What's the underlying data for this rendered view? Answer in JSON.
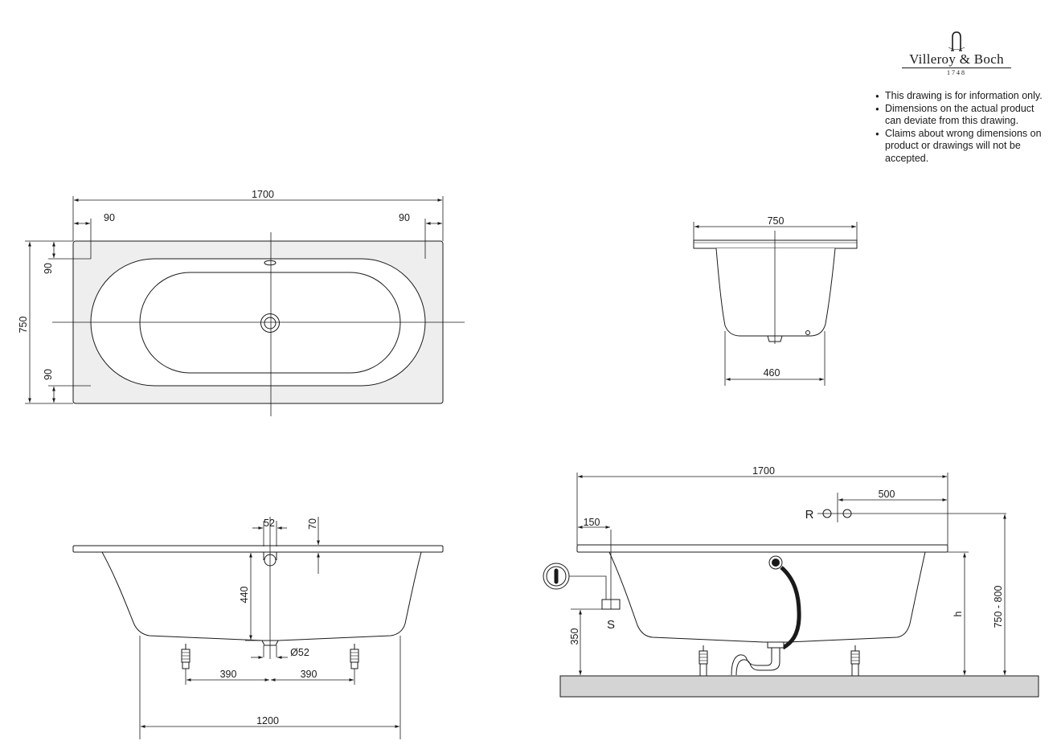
{
  "branding": {
    "brand_name": "Villeroy & Boch",
    "year": "1748",
    "icon": "faucet-logo-icon"
  },
  "notes": [
    "This drawing is for information only.",
    "Dimensions on the actual product can deviate from this drawing.",
    "Claims about wrong dimensions on product or drawings will not be accepted."
  ],
  "top_view": {
    "length": "1700",
    "width": "750",
    "rim_left": "90",
    "rim_right": "90",
    "rim_top": "90",
    "rim_bottom": "90"
  },
  "end_section": {
    "width": "750",
    "bottom_width": "460"
  },
  "front_section": {
    "drain_offset": "52",
    "rim_height": "70",
    "depth": "440",
    "drain_diameter": "Ø52",
    "foot_left": "390",
    "foot_right": "390",
    "base_length": "1200"
  },
  "installation_section": {
    "length": "1700",
    "supply_offset": "500",
    "supply_label": "R",
    "waste_offset": "150",
    "waste_label": "S",
    "waste_height": "350",
    "height_label": "h",
    "total_height": "750 - 800"
  },
  "colors": {
    "line": "#1a1a1a",
    "rim_fill": "#eeeeee",
    "floor_fill": "#d4d4d4"
  }
}
